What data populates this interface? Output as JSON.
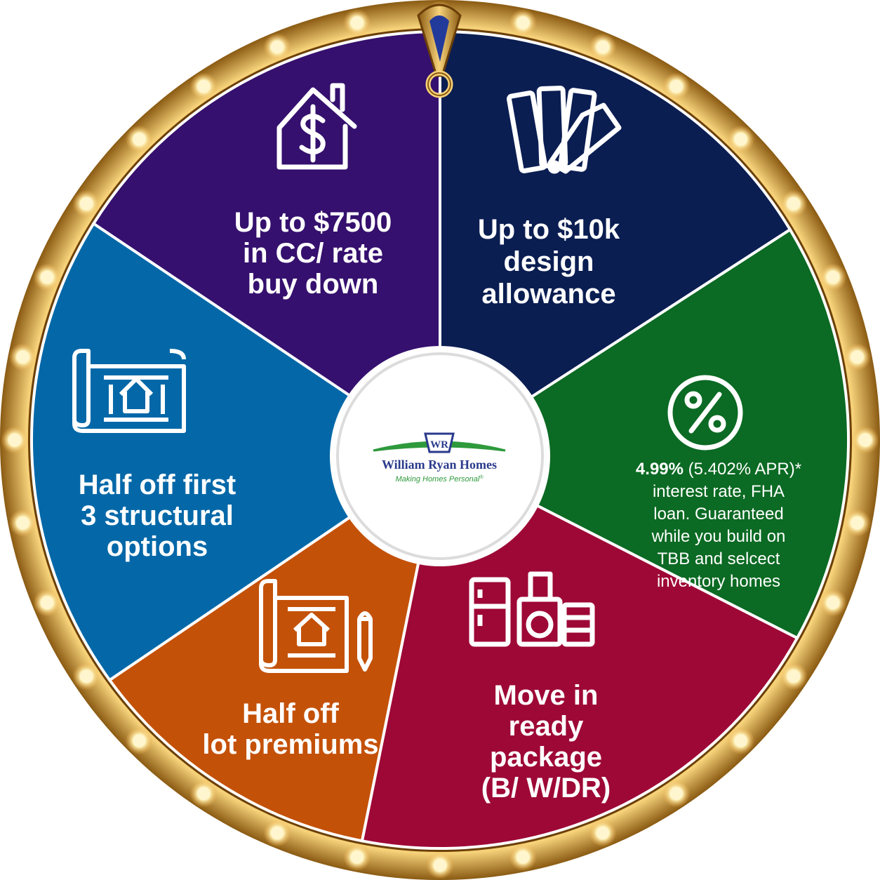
{
  "colors": {
    "rim_outer": "#8a5a12",
    "rim_mid": "#d99a2b",
    "rim_light": "#f6d27a",
    "bulb": "#fff6d0",
    "divider": "#ffffff",
    "hub_fill": "#ffffff",
    "brand_blue": "#2a3a8c",
    "brand_green": "#2e9a3c"
  },
  "segments": [
    {
      "id": "cc-rate",
      "color": "#0b1e52",
      "icon": "house-dollar-icon",
      "lines": [
        "Up to $7500",
        "in CC/ rate",
        "buy down"
      ]
    },
    {
      "id": "design",
      "color": "#0b6a23",
      "icon": "color-swatch-icon",
      "lines": [
        "Up to $10k",
        "design",
        "allowance"
      ]
    },
    {
      "id": "interest",
      "color": "#9e0836",
      "icon": "percent-icon",
      "lead_bold": "4.99%",
      "lead_rest": " (5.402% APR)*",
      "lines": [
        "interest rate, FHA",
        "loan.  Guaranteed",
        "while you build on",
        "TBB and selcect",
        "inventory homes"
      ]
    },
    {
      "id": "move-in",
      "color": "#c45108",
      "icon": "appliances-icon",
      "lines": [
        "Move in",
        "ready",
        "package",
        "(B/ W/DR)"
      ]
    },
    {
      "id": "lot",
      "color": "#0468a8",
      "icon": "blueprint-pencil-icon",
      "lines": [
        "Half off",
        "lot premiums"
      ]
    },
    {
      "id": "structural",
      "color": "#35106e",
      "icon": "blueprint-icon",
      "lines": [
        "Half off first",
        "3 structural",
        "options"
      ]
    }
  ],
  "logo": {
    "monogram": "WR",
    "name": "William Ryan Homes",
    "tagline": "Making Homes Personal",
    "tagline_mark": "®"
  }
}
